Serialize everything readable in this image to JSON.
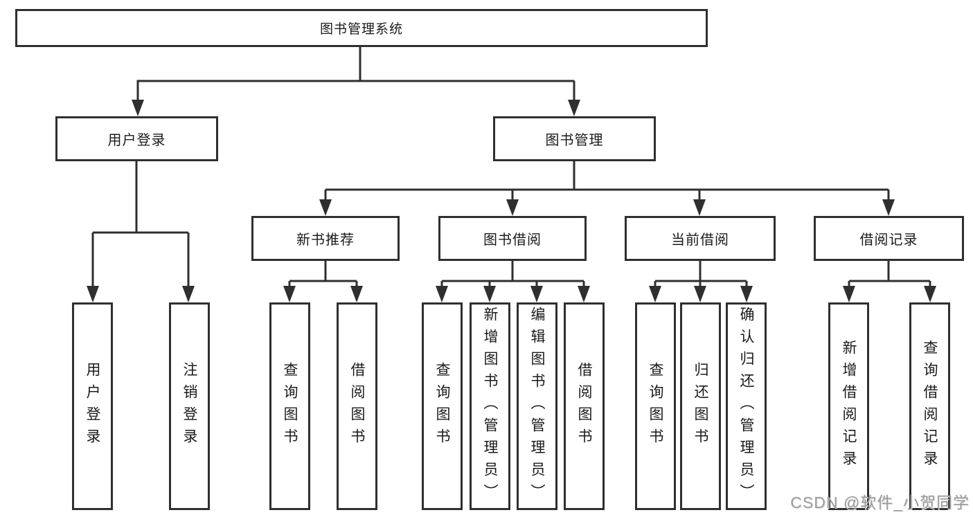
{
  "root_label": "图书管理系统",
  "branches": [
    {
      "label": "用户登录",
      "children": [
        "用户登录",
        "注销登录"
      ]
    },
    {
      "label": "图书管理",
      "sections": [
        {
          "label": "新书推荐",
          "children": [
            "查询图书",
            "借阅图书"
          ]
        },
        {
          "label": "图书借阅",
          "children": [
            "查询图书",
            "新增图书（管理员）",
            "编辑图书（管理员）",
            "借阅图书"
          ]
        },
        {
          "label": "当前借阅",
          "children": [
            "查询图书",
            "归还图书",
            "确认归还（管理员）"
          ]
        },
        {
          "label": "借阅记录",
          "children": [
            "新增借阅记录",
            "查询借阅记录"
          ]
        }
      ]
    }
  ],
  "watermark": "CSDN @软件_小贺同学",
  "colors": {
    "line": "#2f2f2f",
    "background": "#ffffff",
    "watermark": "#9b9b9b"
  }
}
